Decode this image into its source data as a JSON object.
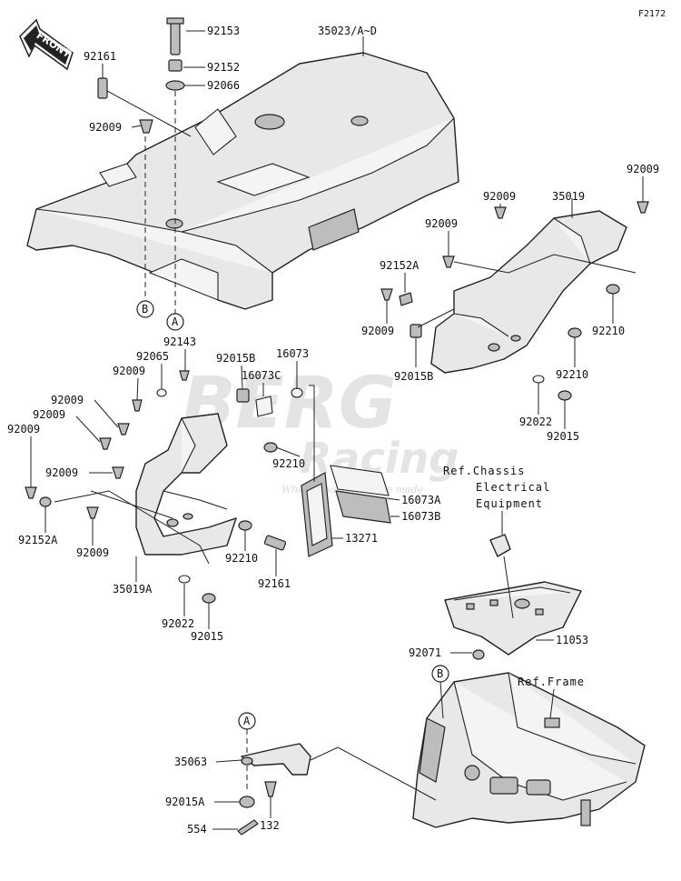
{
  "figure_code": "F2172",
  "front_arrow_label": "FRONT",
  "callouts": {
    "a": "A",
    "b": "B"
  },
  "parts": {
    "p92153": "92153",
    "p92152": "92152",
    "p92066": "92066",
    "p35023": "35023/A~D",
    "p92161_top": "92161",
    "p92009_top": "92009",
    "p92009_r1": "92009",
    "p92009_r2": "92009",
    "p92009_r3": "92009",
    "p35019": "35019",
    "p92152A_r": "92152A",
    "p92009_r4": "92009",
    "p92210_r1": "92210",
    "p92015B_r": "92015B",
    "p92210_r2": "92210",
    "p92022_r": "92022",
    "p92015_r": "92015",
    "p92143": "92143",
    "p92065": "92065",
    "p92009_l1": "92009",
    "p92015B_l": "92015B",
    "p16073": "16073",
    "p16073C": "16073C",
    "p92009_l2": "92009",
    "p92009_l3": "92009",
    "p92009_l4": "92009",
    "p92009_l5": "92009",
    "p92210_c": "92210",
    "p16073A": "16073A",
    "p16073B": "16073B",
    "p92152A_l": "92152A",
    "p92009_l6": "92009",
    "p92210_l": "92210",
    "p13271": "13271",
    "p92161_b": "92161",
    "p35019A": "35019A",
    "p92022_l": "92022",
    "p92015_l": "92015",
    "p11053": "11053",
    "p92071": "92071",
    "p35063": "35063",
    "p92015A": "92015A",
    "p132": "132",
    "p554": "554"
  },
  "refs": {
    "chassis_line1": "Ref.Chassis",
    "chassis_line2": "Electrical",
    "chassis_line3": "Equipment",
    "frame": "Ref.Frame"
  },
  "watermark": {
    "line1": "BERG",
    "line2": "Racing",
    "tagline": "Where champions are made"
  }
}
